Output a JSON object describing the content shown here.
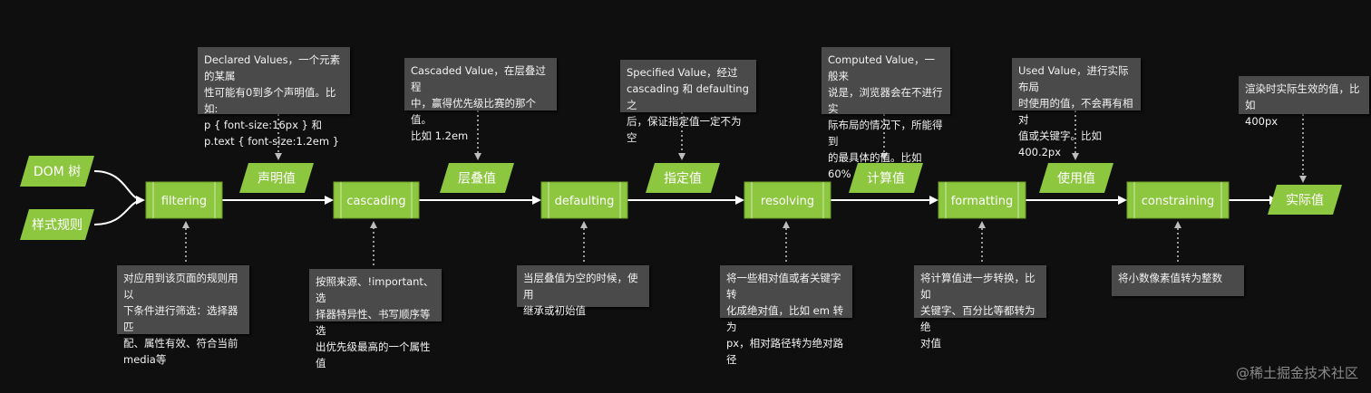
{
  "colors": {
    "background": "#0f0f0f",
    "node": "#8dc63f",
    "node_border": "#6a9a2a",
    "note": "#4a4a4a",
    "arrow": "#ffffff",
    "dotted": "#9a9a9a"
  },
  "inputs": [
    {
      "label": "DOM 树"
    },
    {
      "label": "样式规则"
    }
  ],
  "steps": [
    {
      "label": "filtering"
    },
    {
      "label": "cascading"
    },
    {
      "label": "defaulting"
    },
    {
      "label": "resolving"
    },
    {
      "label": "formatting"
    },
    {
      "label": "constraining"
    }
  ],
  "values": [
    {
      "label": "声明值"
    },
    {
      "label": "层叠值"
    },
    {
      "label": "指定值"
    },
    {
      "label": "计算值"
    },
    {
      "label": "使用值"
    },
    {
      "label": "实际值"
    }
  ],
  "top_notes": [
    {
      "text": "Declared Values，一个元素的某属\n性可能有0到多个声明值。比如:\np { font-size:16px } 和\np.text { font-size:1.2em }"
    },
    {
      "text": "Cascaded Value，在层叠过程\n中，赢得优先级比赛的那个值。\n比如 1.2em"
    },
    {
      "text": "Specified Value，经过\ncascading 和 defaulting 之\n后，保证指定值一定不为空"
    },
    {
      "text": "Computed Value，一般来\n说是，浏览器会在不进行实\n际布局的情况下，所能得到\n的最具体的值。比如 60%"
    },
    {
      "text": "Used Value，进行实际布局\n时使用的值，不会再有相对\n值或关键字。比如 400.2px"
    },
    {
      "text": "渲染时实际生效的值，比如\n400px"
    }
  ],
  "bottom_notes": [
    {
      "text": "对应用到该页面的规则用以\n下条件进行筛选：选择器匹\n配、属性有效、符合当前\nmedia等"
    },
    {
      "text": "按照来源、!important、选\n择器特异性、书写顺序等选\n出优先级最高的一个属性值"
    },
    {
      "text": "当层叠值为空的时候，使用\n继承或初始值"
    },
    {
      "text": "将一些相对值或者关键字转\n化成绝对值，比如 em 转为\npx，相对路径转为绝对路径"
    },
    {
      "text": "将计算值进一步转换，比如\n关键字、百分比等都转为绝\n对值"
    },
    {
      "text": "将小数像素值转为整数"
    }
  ],
  "watermark": "@稀土掘金技术社区"
}
